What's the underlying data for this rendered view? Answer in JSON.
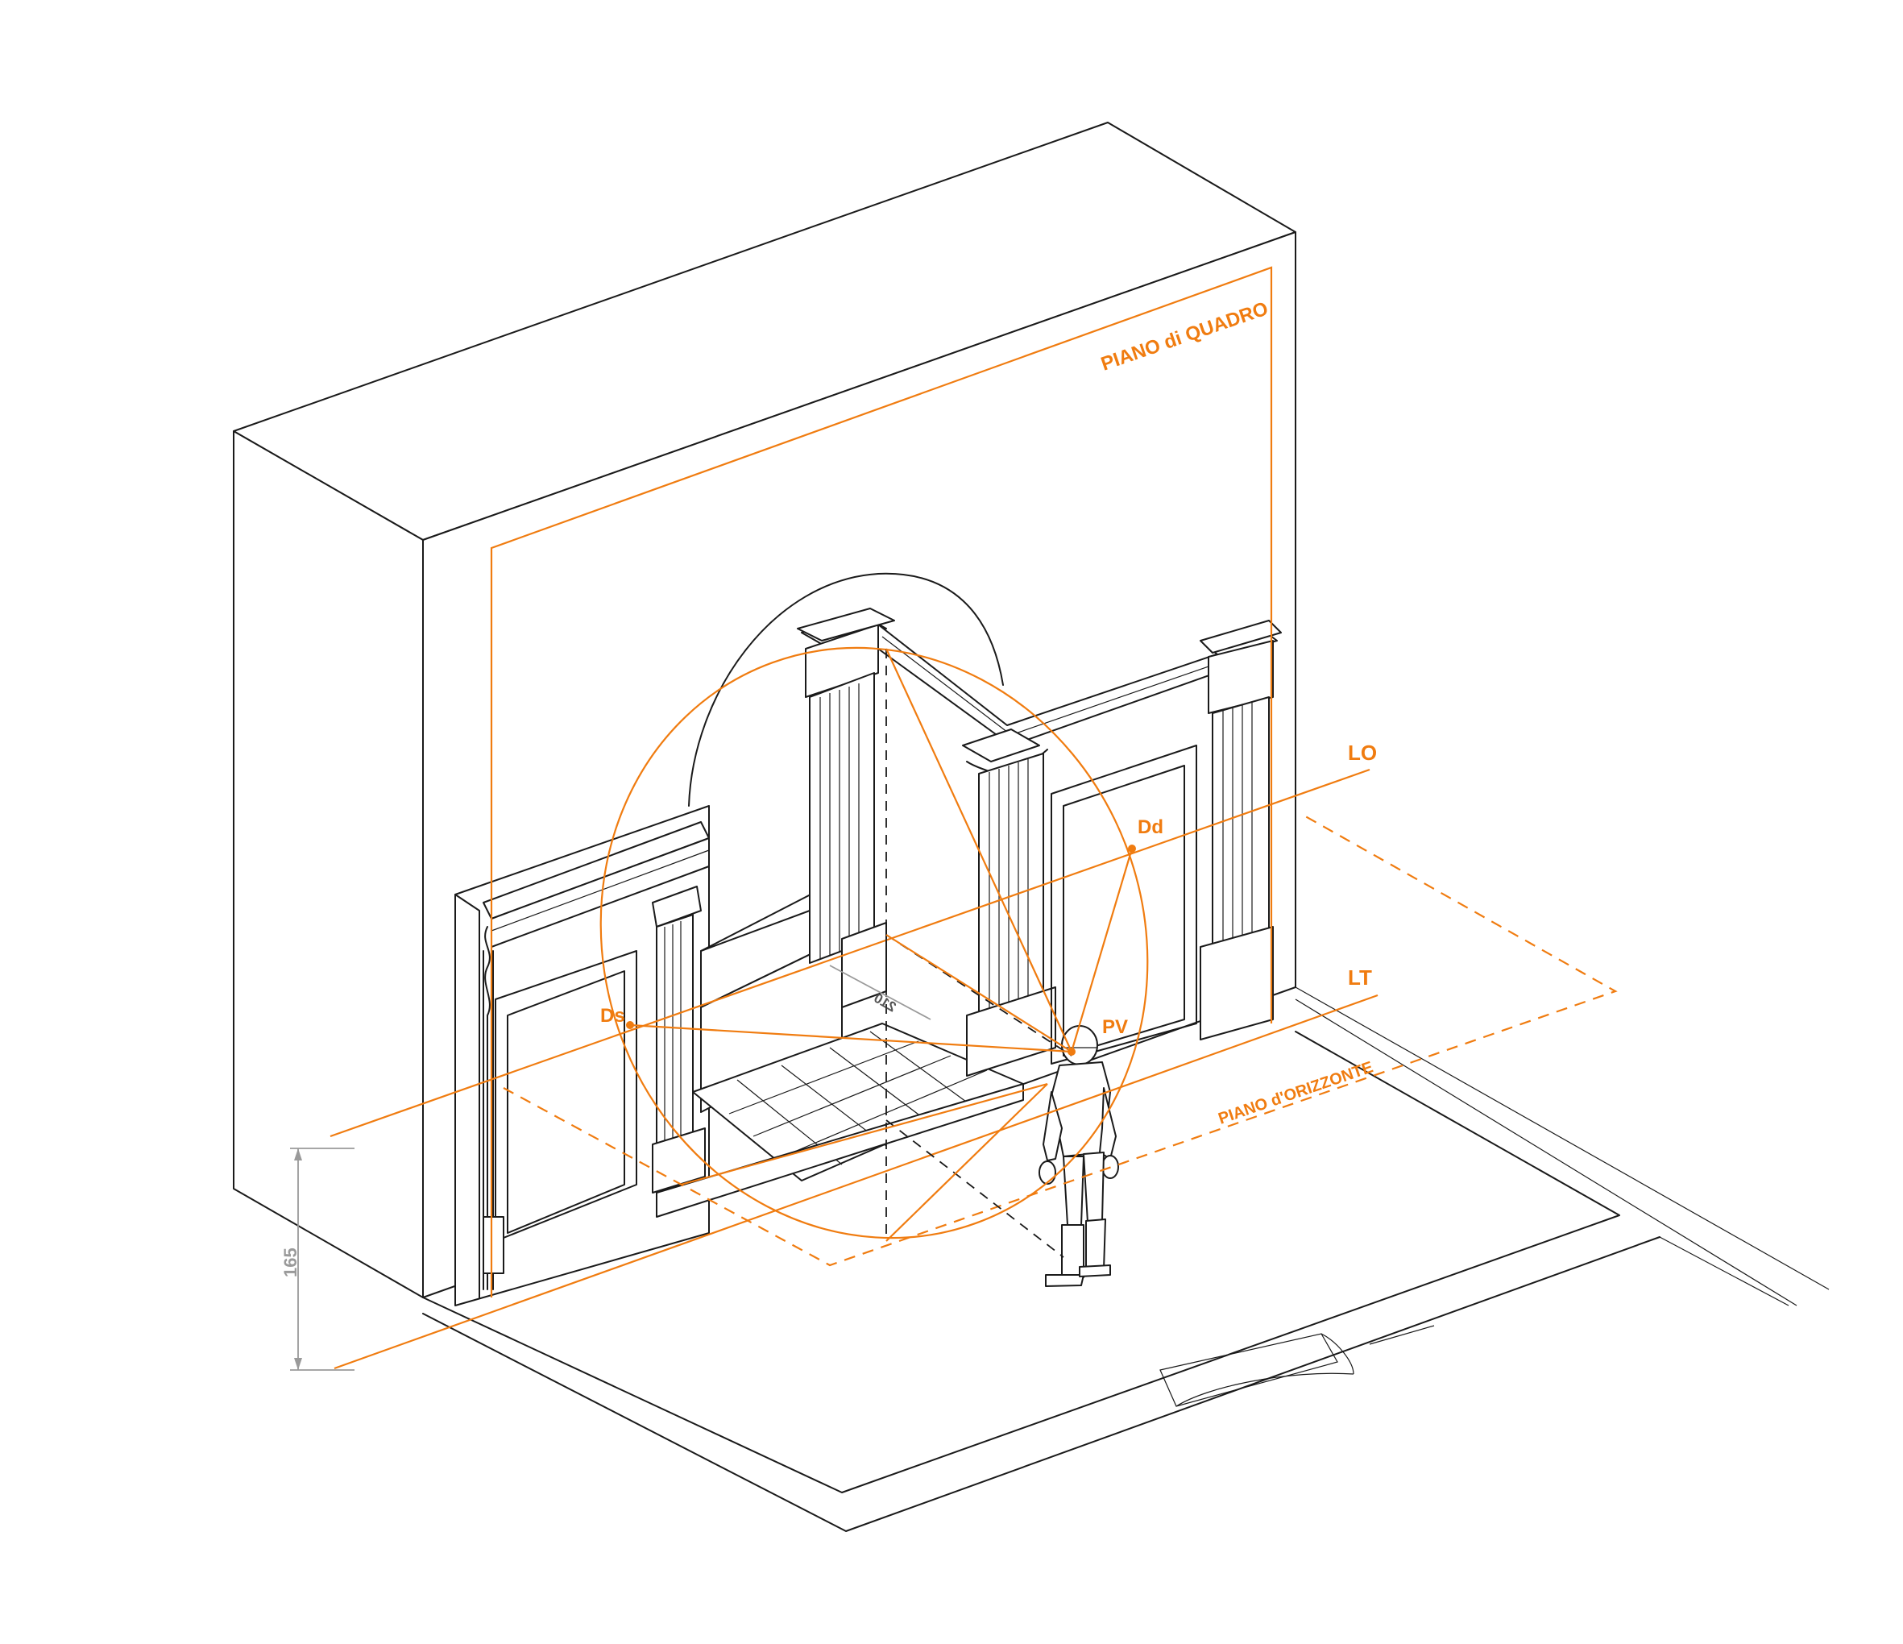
{
  "labels": {
    "piano_quadro": "PIANO di QUADRO",
    "piano_orizzonte": "PIANO d'ORIZZONTE",
    "lo": "LO",
    "lt": "LT",
    "dd": "Dd",
    "ds": "Ds",
    "pv": "PV"
  },
  "dimensions": {
    "height": "165",
    "distance": "210"
  },
  "colors": {
    "construction": "#f07c10",
    "linework": "#1a1a1a",
    "dimension": "#9a9a9a"
  }
}
